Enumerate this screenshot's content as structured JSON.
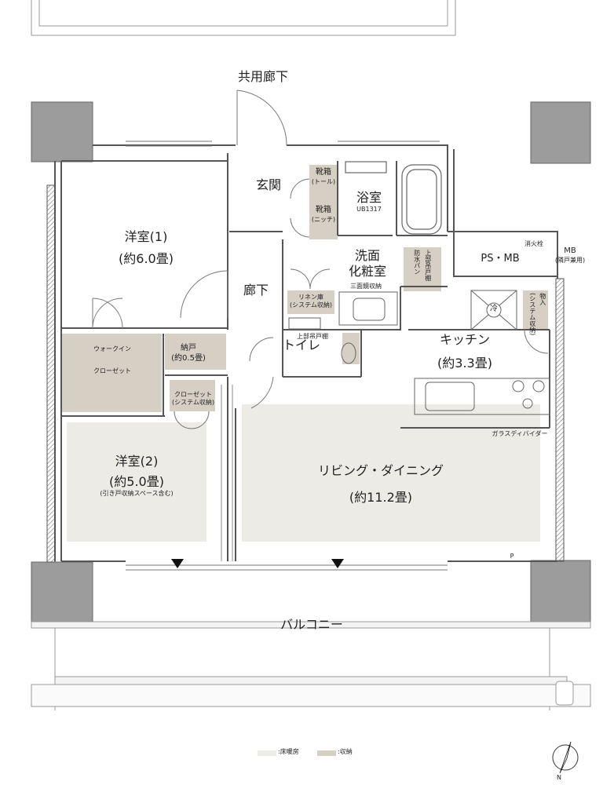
{
  "rooms": {
    "hallway_common": "共用廊下",
    "entrance": "玄関",
    "shoe_box_1": "靴箱",
    "shoe_box_1_note": "(トール)",
    "shoe_box_2": "靴箱",
    "shoe_box_2_note": "(ニッチ)",
    "bathroom": "浴室",
    "bathroom_unit": "UB1317",
    "western_1_name": "洋室(1)",
    "western_1_size": "(約6.0畳)",
    "washroom_line1": "洗面",
    "washroom_line2": "化粧室",
    "anti_water_pan": "防水パン",
    "upper_cabinet_wash": "上部吊戸棚",
    "mirror_storage": "三面鏡収納",
    "ps_mb": "PS・MB",
    "fire_hydrant": "消火栓",
    "mb": "MB",
    "mb_note": "(隣戸兼用)",
    "corridor": "廊下",
    "linen_line1": "リネン庫",
    "linen_line2": "(システム収納)",
    "fridge": "冷",
    "storage_vertical_1": "物入",
    "storage_vertical_2": "(システム収納)",
    "walkin_line1": "ウォークイン",
    "walkin_line2": "クローゼット",
    "nando_line1": "納戸",
    "nando_line2": "(約0.5畳)",
    "upper_cabinet_toilet": "上部吊戸棚",
    "toilet": "トイレ",
    "kitchen_name": "キッチン",
    "kitchen_size": "(約3.3畳)",
    "closet_line1": "クローゼット",
    "closet_line2": "(システム収納)",
    "glass_divider": "ガラスディバイダー",
    "western_2_name": "洋室(2)",
    "western_2_size": "(約5.0畳)",
    "western_2_note": "(引き戸収納スペース含む)",
    "living_name": "リビング・ダイニング",
    "living_size": "(約11.2畳)",
    "p_mark": "P",
    "balcony": "バルコニー"
  },
  "legend": {
    "floor_heating": ":床暖房",
    "storage": ":収納",
    "floor_heating_color": "#ecebe6",
    "storage_color": "#d6cfc4"
  },
  "compass": {
    "north": "N"
  },
  "colors": {
    "wall": "#8a8a8a",
    "column": "#9c9c9c",
    "floor_heating": "#ecebe6",
    "storage": "#d6cfc4",
    "line": "#555555"
  }
}
